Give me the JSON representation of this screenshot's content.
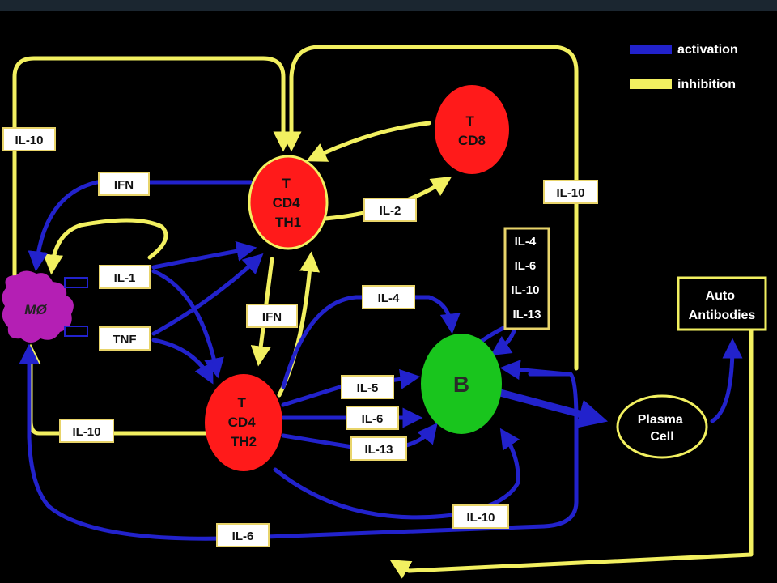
{
  "colors": {
    "background": "#000000",
    "activation": "#2222cc",
    "inhibition": "#f2f060",
    "t_cell": "#ff1a1a",
    "b_cell": "#19c51d",
    "macrophage": "#b41fb4",
    "box_bg": "#ffffff",
    "box_border": "#e8d46a"
  },
  "legend": {
    "activation": "activation",
    "inhibition": "inhibition"
  },
  "nodes": {
    "th1": [
      "T",
      "CD4",
      "TH1"
    ],
    "cd8": [
      "T",
      "CD8"
    ],
    "th2": [
      "T",
      "CD4",
      "TH2"
    ],
    "b": "B",
    "macrophage": "MØ",
    "plasma": [
      "Plasma",
      "Cell"
    ],
    "auto": [
      "Auto",
      "Antibodies"
    ]
  },
  "labels": {
    "il10_left": "IL-10",
    "ifn_top": "IFN",
    "il1": "IL-1",
    "tnf": "TNF",
    "il2": "IL-2",
    "ifn_mid": "IFN",
    "il4": "IL-4",
    "il10_right": "IL-10",
    "il10_th2": "IL-10",
    "il5": "IL-5",
    "il6_mid": "IL-6",
    "il13": "IL-13",
    "il10_bottom": "IL-10",
    "il6_bottom": "IL-6",
    "stack": [
      "IL-4",
      "IL-6",
      "IL-10",
      "IL-13"
    ]
  }
}
